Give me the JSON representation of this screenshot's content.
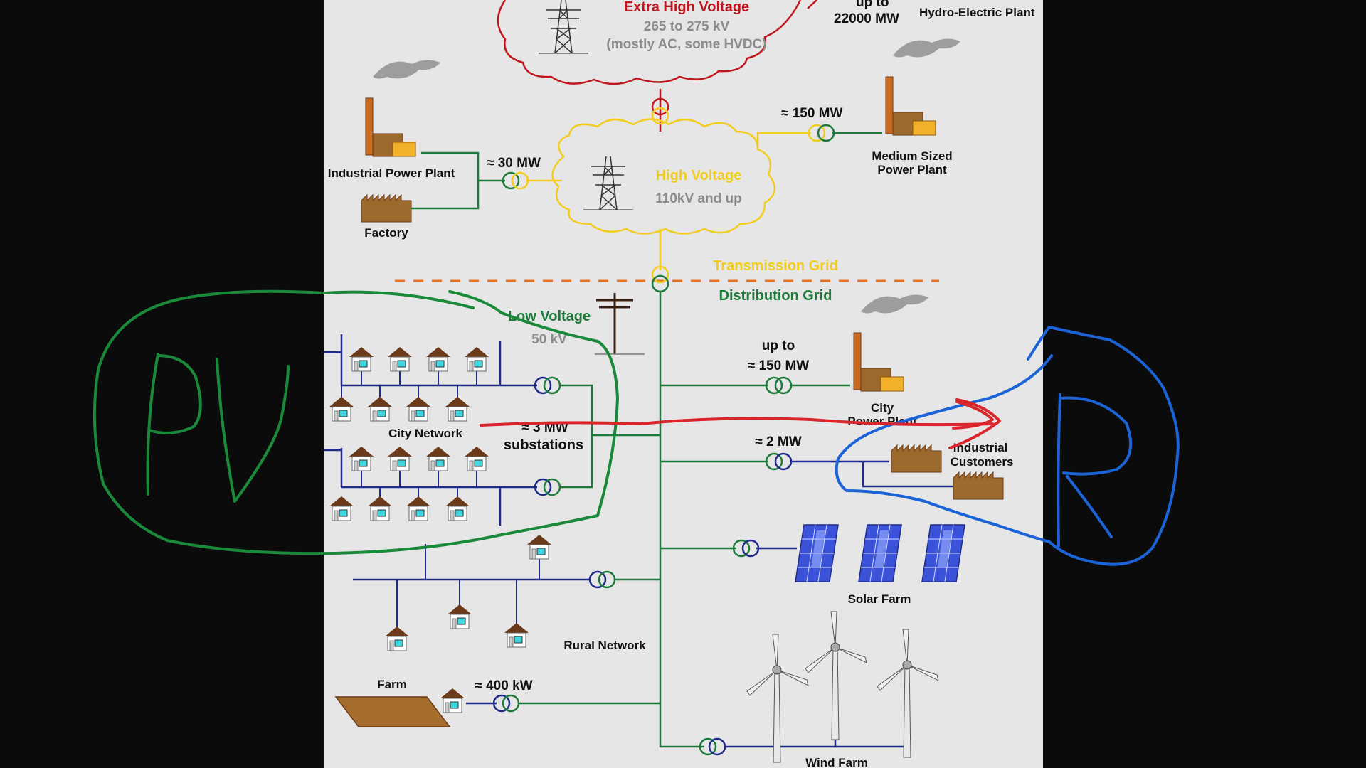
{
  "colors": {
    "frame": "#0b0b0b",
    "canvas": "#e6e6e6",
    "extra_high": "#c0171f",
    "high": "#f2cc1f",
    "distribution": "#1d7a3a",
    "low_net": "#1f2a8a",
    "boundary": "#e4732a",
    "gray_text": "#8c8c8c",
    "brown": "#9b6a2c",
    "pen_green": "#1a8a3a",
    "pen_blue": "#1b63d6",
    "pen_red": "#d8262c"
  },
  "labels": {
    "extra_high_title": "Extra High Voltage",
    "extra_high_range": "265 to 275 kV",
    "extra_high_note": "(mostly AC, some HVDC)",
    "hydro_upto": "up to",
    "hydro_mw": "22000 MW",
    "hydro_name": "Hydro-Electric Plant",
    "mw150_top": "≈ 150  MW",
    "medium_plant_1": "Medium Sized",
    "medium_plant_2": "Power Plant",
    "industrial_plant": "Industrial Power Plant",
    "mw30": "≈ 30 MW",
    "factory": "Factory",
    "high_title": "High Voltage",
    "high_range": "110kV and up",
    "transmission_grid": "Transmission Grid",
    "distribution_grid": "Distribution Grid",
    "low_title": "Low Voltage",
    "low_range": "50 kV",
    "upto_150_a": "up to",
    "upto_150_b": "≈ 150  MW",
    "city_plant_1": "City",
    "city_plant_2": "Power Plant",
    "city_network": "City Network",
    "mw3": "≈ 3  MW",
    "substations": "substations",
    "mw2": "≈ 2  MW",
    "industrial_customers_1": "Industrial",
    "industrial_customers_2": "Customers",
    "solar_farm": "Solar Farm",
    "rural_network": "Rural Network",
    "farm": "Farm",
    "kw400": "≈ 400 kW",
    "wind_farm": "Wind Farm"
  },
  "icons": {
    "tower": "transmission-tower-icon",
    "pole": "utility-pole-icon",
    "house": "house-icon",
    "plant": "power-plant-icon",
    "factory": "factory-icon",
    "solar": "solar-panel-icon",
    "wind": "wind-turbine-icon",
    "transformer": "transformer-icon"
  },
  "annotations": {
    "left": "PV",
    "right": "R"
  }
}
